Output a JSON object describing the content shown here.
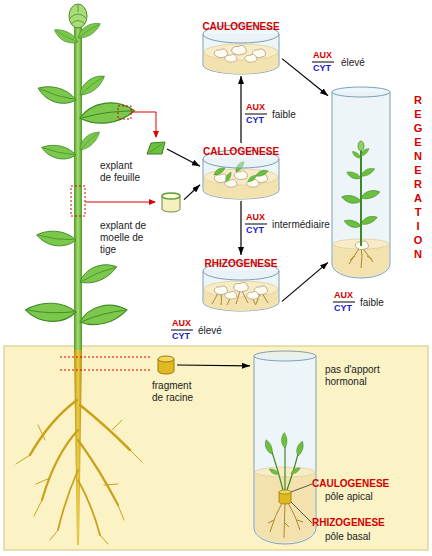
{
  "diagram": {
    "nodes": [
      {
        "text": [
          "CAULOGENESE"
        ]
      },
      {
        "text": [
          "CALLOGENESE"
        ]
      },
      {
        "text": [
          "RHIZOGENESE"
        ]
      },
      {
        "text": [
          "REGENERATION"
        ]
      },
      {
        "text": [
          "explant de feuille"
        ]
      },
      {
        "text": [
          "explant de moelle de tige"
        ]
      },
      {
        "text": [
          "fragment de racine"
        ]
      },
      {
        "text": [
          "pas d'apport hormonal"
        ]
      }
    ],
    "edges": [
      {
        "from": 4,
        "to": 1,
        "arrow": "to"
      },
      {
        "from": 5,
        "to": 1,
        "arrow": "to"
      },
      {
        "from": 1,
        "to": 0,
        "arrow": "to"
      },
      {
        "from": 1,
        "to": 2,
        "arrow": "to"
      },
      {
        "from": 0,
        "to": 3,
        "arrow": "to"
      },
      {
        "from": 2,
        "to": 3,
        "arrow": "to"
      },
      {
        "from": 6,
        "to": 7,
        "arrow": "to"
      }
    ],
    "labels": [
      "AUX",
      "CYT",
      "élevé",
      "AUX",
      "CYT",
      "faible",
      "AUX",
      "CYT",
      "intermédiaire",
      "AUX",
      "CYT",
      "faible",
      "AUX",
      "CYT",
      "élevé",
      "CAULOGENESE",
      "pôle apical",
      "RHIZOGENESE",
      "pôle basal"
    ]
  }
}
